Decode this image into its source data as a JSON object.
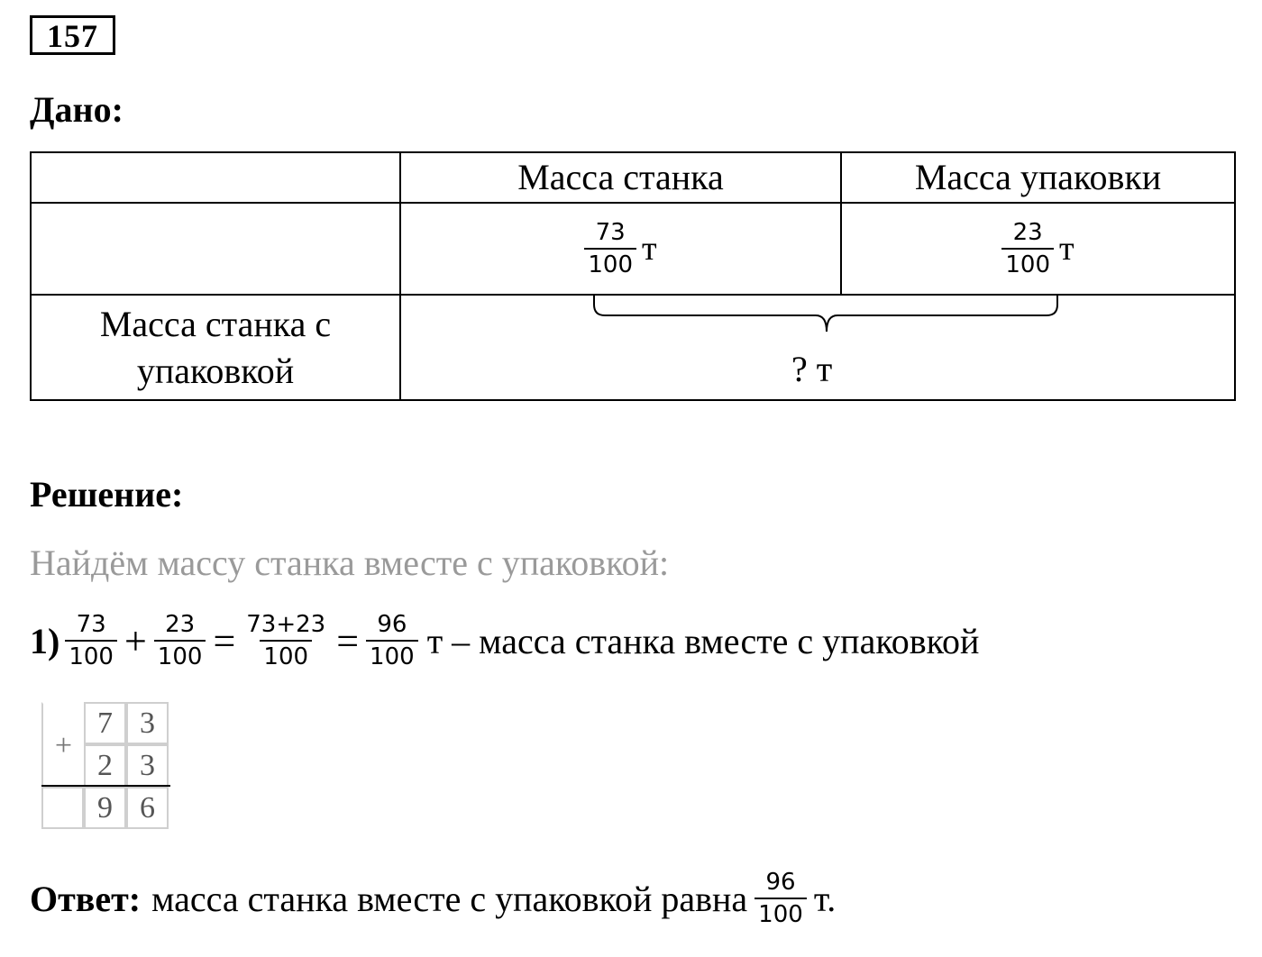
{
  "problem_number": "157",
  "given_heading": "Дано:",
  "given_table": {
    "col_machine": "Масса станка",
    "col_package": "Масса упаковки",
    "machine_mass": {
      "num": "73",
      "den": "100",
      "unit": "т"
    },
    "package_mass": {
      "num": "23",
      "den": "100",
      "unit": "т"
    },
    "row_total_label": "Масса станка с упаковкой",
    "total_value": "? т"
  },
  "solution_heading": "Решение:",
  "hint": "Найдём массу станка вместе с упаковкой:",
  "step1": {
    "label": "1)",
    "f1": {
      "num": "73",
      "den": "100"
    },
    "plus": "+",
    "f2": {
      "num": "23",
      "den": "100"
    },
    "eq1": "=",
    "f3": {
      "num": "73+23",
      "den": "100"
    },
    "eq2": "=",
    "f4": {
      "num": "96",
      "den": "100"
    },
    "text": "т – масса станка вместе с упаковкой"
  },
  "column_addition": {
    "plus": "+",
    "row1": [
      "7",
      "3"
    ],
    "row2": [
      "2",
      "3"
    ],
    "result": [
      "9",
      "6"
    ]
  },
  "answer": {
    "label": "Ответ:",
    "text": "масса станка вместе с упаковкой равна",
    "fraction": {
      "num": "96",
      "den": "100"
    },
    "unit": "т."
  }
}
